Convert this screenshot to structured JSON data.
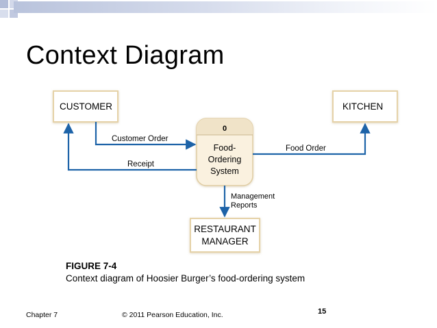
{
  "slide": {
    "title": "Context Diagram",
    "footer_left": "Chapter 7",
    "footer_center": "© 2011 Pearson Education, Inc.",
    "page_number": "15"
  },
  "diagram": {
    "entities": {
      "customer": "CUSTOMER",
      "kitchen": "KITCHEN",
      "manager_line1": "RESTAURANT",
      "manager_line2": "MANAGER"
    },
    "process": {
      "id": "0",
      "line1": "Food-",
      "line2": "Ordering",
      "line3": "System"
    },
    "flows": {
      "customer_order": "Customer Order",
      "receipt": "Receipt",
      "food_order": "Food Order",
      "reports_line1": "Management",
      "reports_line2": "Reports"
    },
    "colors": {
      "arrow": "#1d63a8",
      "box_border": "#e5d2a8",
      "process_fill": "#faf1df",
      "process_header": "#f0e3c8"
    }
  },
  "caption": {
    "figure": "FIGURE 7-4",
    "text": "Context diagram of Hoosier Burger’s food-ordering system"
  }
}
